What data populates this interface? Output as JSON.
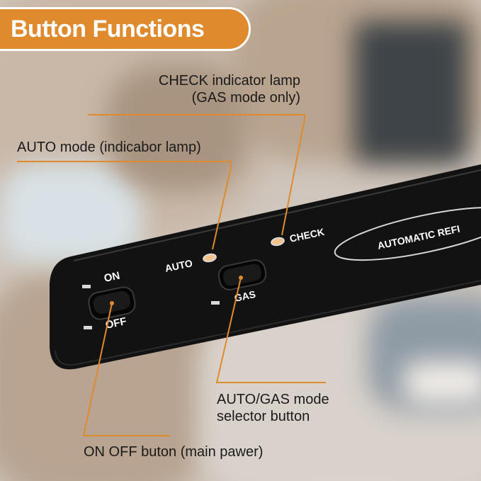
{
  "title": "Button Functions",
  "callouts": {
    "check_lamp_line1": "CHECK indicator lamp",
    "check_lamp_line2": "(GAS mode only)",
    "auto_lamp": "AUTO mode (indicabor lamp)",
    "selector_line1": "AUTO/GAS mode",
    "selector_line2": "selector button",
    "power_button": "ON OFF buton (main pawer)"
  },
  "panel": {
    "on": "ON",
    "off": "OFF",
    "auto": "AUTO",
    "gas": "GAS",
    "check": "CHECK",
    "brand": "AUTOMATIC REFI"
  },
  "colors": {
    "accent": "#e08a2e",
    "panel": "#121212",
    "lamp": "#f2c28a"
  }
}
